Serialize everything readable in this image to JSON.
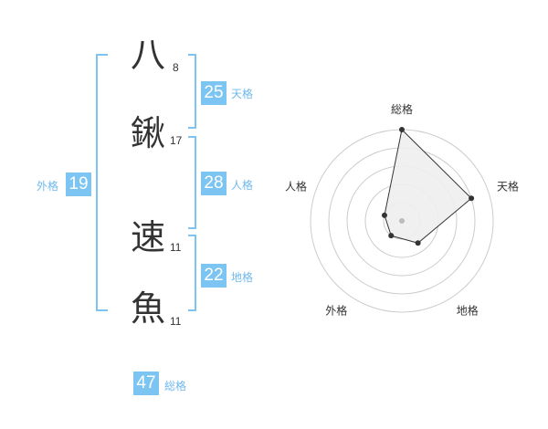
{
  "characters": [
    {
      "char": "八",
      "strokes": "8"
    },
    {
      "char": "鍬",
      "strokes": "17"
    },
    {
      "char": "速",
      "strokes": "11"
    },
    {
      "char": "魚",
      "strokes": "11"
    }
  ],
  "ten_kaku": {
    "value": "25",
    "label": "天格"
  },
  "jin_kaku": {
    "value": "28",
    "label": "人格"
  },
  "chi_kaku": {
    "value": "22",
    "label": "地格"
  },
  "gai_kaku": {
    "value": "19",
    "label": "外格"
  },
  "sou_kaku": {
    "value": "47",
    "label": "総格"
  },
  "radar": {
    "axes": [
      "総格",
      "天格",
      "地格",
      "外格",
      "人格"
    ],
    "levels": 5,
    "values": [
      5,
      4,
      1.5,
      1,
      1
    ],
    "colors": {
      "ring": "#cccccc",
      "fill": "#eeeeee",
      "line": "#333333",
      "point": "#333333",
      "center": "#bbbbbb"
    }
  },
  "colors": {
    "accent": "#7cc4f2",
    "bracket": "#7cc4f2"
  }
}
